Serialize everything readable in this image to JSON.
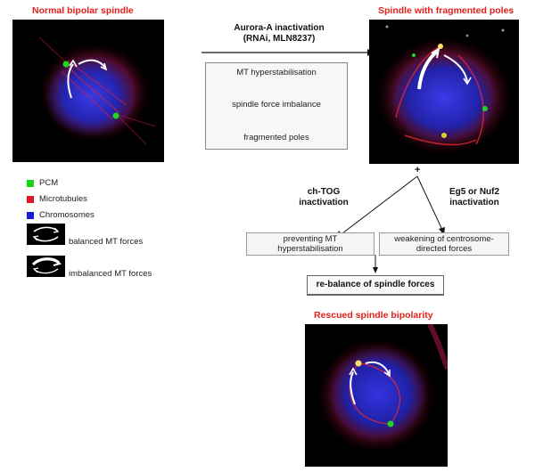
{
  "titles": {
    "normal": "Normal bipolar spindle",
    "fragmented": "Spindle with fragmented poles",
    "rescued": "Rescued spindle bipolarity"
  },
  "aurora": {
    "line1": "Aurora-A inactivation",
    "line2": "(RNAi, MLN8237)"
  },
  "steps": [
    "MT hyperstabilisation",
    "spindle force imbalance",
    "fragmented poles"
  ],
  "plus_sign": "+",
  "chtog": {
    "line1": "ch-TOG",
    "line2": "inactivation"
  },
  "eg5": {
    "line1": "Eg5 or Nuf2",
    "line2": "inactivation"
  },
  "box_left": {
    "line1": "preventing MT",
    "line2": "hyperstabilisation"
  },
  "box_right": {
    "line1": "weakening of centrosome-",
    "line2": "directed forces"
  },
  "rebalance": "re-balance of spindle forces",
  "legend": {
    "items": [
      {
        "label": "PCM",
        "color": "#19d319"
      },
      {
        "label": "Microtubules",
        "color": "#e4162b"
      },
      {
        "label": "Chromosomes",
        "color": "#1a1ad8"
      }
    ],
    "balanced": "balanced MT forces",
    "imbalanced": "imbalanced MT forces"
  }
}
